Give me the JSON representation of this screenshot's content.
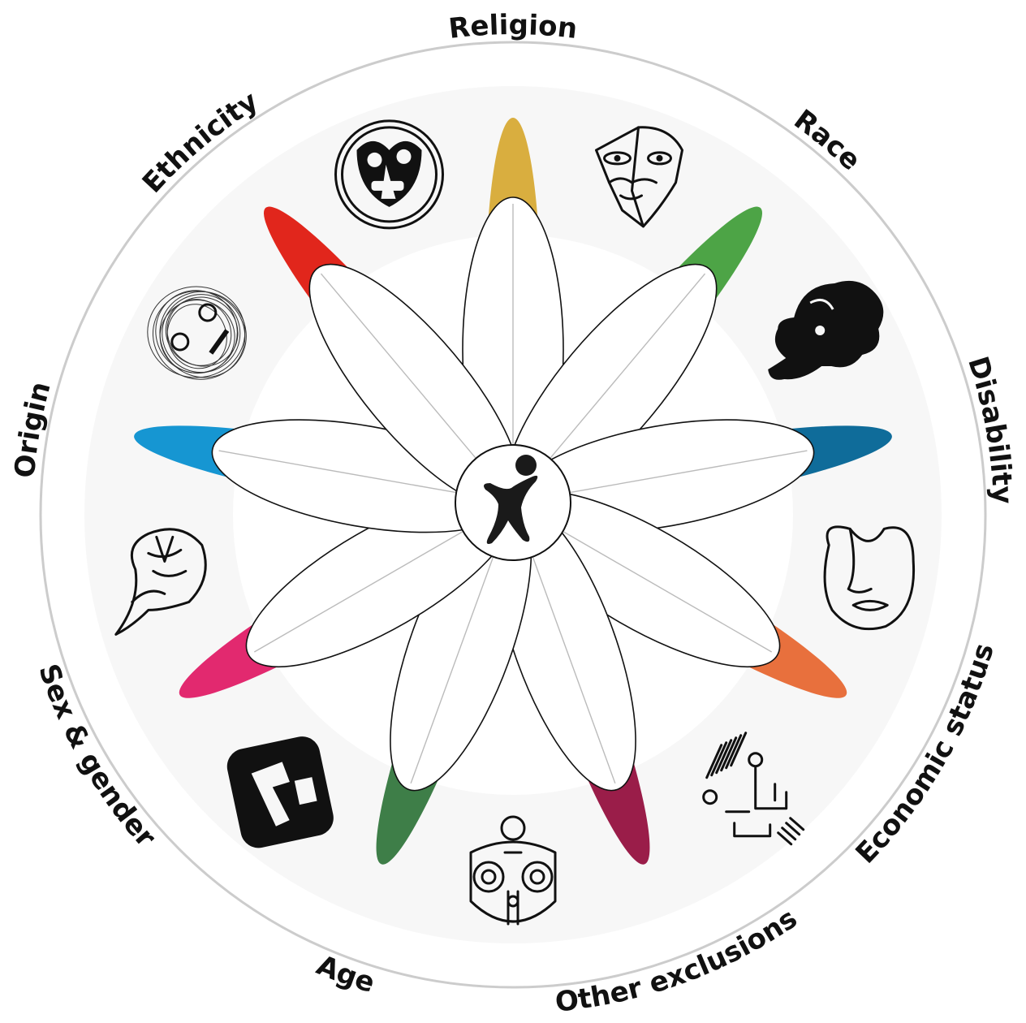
{
  "diagram": {
    "dimensions": [
      {
        "label": "Religion",
        "color": "#D9AE3F",
        "icon": "mask-icon",
        "angle": 0
      },
      {
        "label": "Race",
        "color": "#4DA446",
        "icon": "split-face-icon",
        "angle": 40
      },
      {
        "label": "Disability",
        "color": "#0F6C9A",
        "icon": "curly-hair-face-icon",
        "angle": 80
      },
      {
        "label": "Economic status",
        "color": "#E8703D",
        "icon": "line-face-icon",
        "angle": 120
      },
      {
        "label": "Other exclusions",
        "color": "#9A1D49",
        "icon": "circuit-icon",
        "angle": 160
      },
      {
        "label": "Age",
        "color": "#3E7E48",
        "icon": "tribal-mask-icon",
        "angle": 200
      },
      {
        "label": "Sex & gender",
        "color": "#E2296F",
        "icon": "block-glyph-icon",
        "angle": 240
      },
      {
        "label": "Origin",
        "color": "#1696D2",
        "icon": "dragon-mask-icon",
        "angle": 280
      },
      {
        "label": "Ethnicity",
        "color": "#E1261C",
        "icon": "scribble-face-icon",
        "angle": 320
      }
    ],
    "center_icon": "person-icon",
    "colors": {
      "outer_ring": "#CCCCCC",
      "band": "#F7F7F7",
      "outline": "#111111",
      "spoke": "#BBBBBB"
    }
  }
}
